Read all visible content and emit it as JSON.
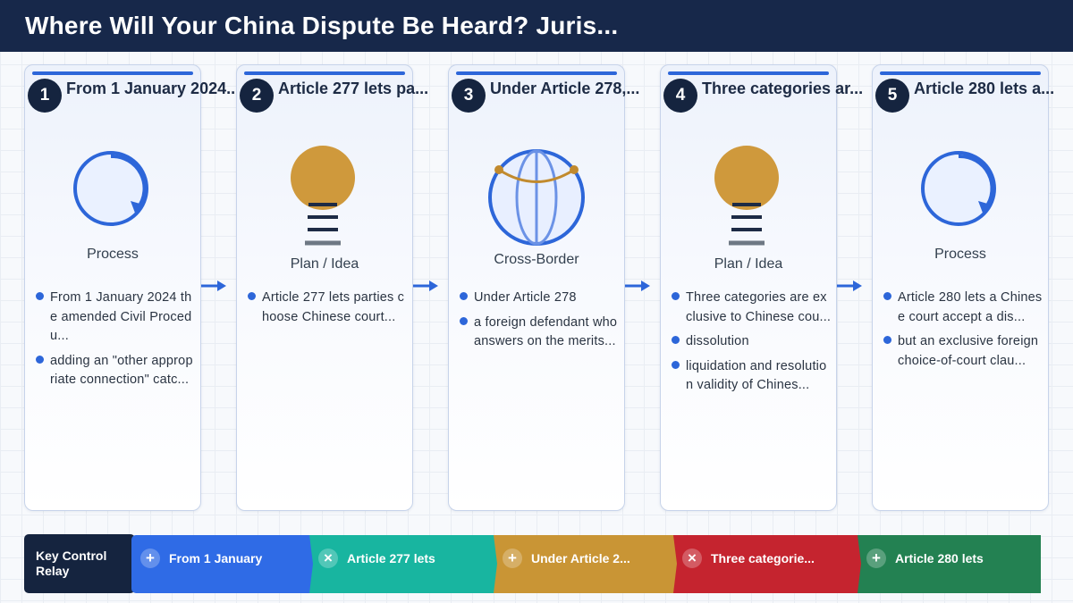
{
  "title": "Where Will Your China Dispute Be Heard? Juris...",
  "colors": {
    "header_bg": "#17284a",
    "accent_blue": "#2d66d9",
    "step_badge": "#15243f",
    "bulb": "#cf993c",
    "relay_1": "#2f6be6",
    "relay_2": "#18b5a0",
    "relay_3": "#c99535",
    "relay_4": "#c5242f",
    "relay_5": "#238152"
  },
  "steps": [
    {
      "number": "1",
      "title": "From 1 January 2024...",
      "icon": "process-cycle-icon",
      "label": "Process",
      "bullets": [
        "From 1 January 2024 the amended Civil Procedu...",
        "adding an \"other appropriate connection\" catc..."
      ]
    },
    {
      "number": "2",
      "title": "Article 277 lets pa...",
      "icon": "lightbulb-icon",
      "label": "Plan / Idea",
      "bullets": [
        "Article 277 lets parties choose Chinese court..."
      ]
    },
    {
      "number": "3",
      "title": "Under Article 278,...",
      "icon": "globe-icon",
      "label": "Cross-Border",
      "bullets": [
        "Under Article 278",
        "a foreign defendant who answers on the merits..."
      ]
    },
    {
      "number": "4",
      "title": "Three categories ar...",
      "icon": "lightbulb-icon",
      "label": "Plan / Idea",
      "bullets": [
        "Three categories are exclusive to Chinese cou...",
        "dissolution",
        "liquidation and resolution validity of Chines..."
      ]
    },
    {
      "number": "5",
      "title": "Article 280 lets a...",
      "icon": "process-cycle-icon",
      "label": "Process",
      "bullets": [
        "Article 280 lets a Chinese court accept a dis...",
        "but an exclusive foreign choice-of-court clau..."
      ]
    }
  ],
  "relay": {
    "label": "Key Control Relay",
    "segments": [
      {
        "symbol": "+",
        "text": "From 1 January"
      },
      {
        "symbol": "×",
        "text": "Article 277 lets"
      },
      {
        "symbol": "+",
        "text": "Under Article 2..."
      },
      {
        "symbol": "×",
        "text": "Three categorie..."
      },
      {
        "symbol": "+",
        "text": "Article 280 lets"
      }
    ]
  }
}
